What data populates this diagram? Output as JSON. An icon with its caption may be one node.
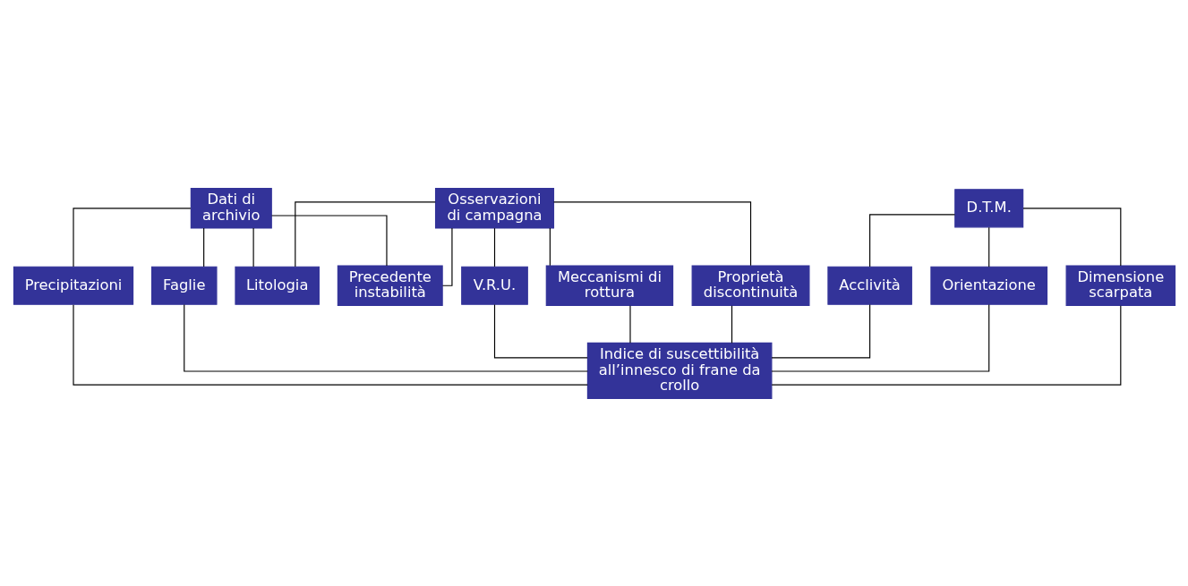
{
  "diagram": {
    "nodes": [
      {
        "text": [
          "Osservazioni di campagna"
        ]
      },
      {
        "text": [
          "Dati di archivio"
        ]
      },
      {
        "text": [
          "D.T.M."
        ]
      },
      {
        "text": [
          "Litologia"
        ]
      },
      {
        "text": [
          "Precedente instabilità"
        ]
      },
      {
        "text": [
          "Acclività"
        ]
      },
      {
        "text": [
          "Orientazione"
        ]
      },
      {
        "text": [
          "Dimensione scarpata"
        ]
      },
      {
        "text": [
          "Proprietà discontinuità"
        ]
      },
      {
        "text": [
          "V.R.U."
        ]
      },
      {
        "text": [
          "Meccanismi di rottura"
        ]
      },
      {
        "text": [
          "Precipitazioni"
        ]
      },
      {
        "text": [
          "Faglie"
        ]
      },
      {
        "text": [
          "Indice di suscettibilità all’innesco di frane da crollo"
        ]
      }
    ],
    "edges": [
      {
        "from": 0,
        "to": 3,
        "arrow": "none"
      },
      {
        "from": 1,
        "to": 3,
        "arrow": "none"
      },
      {
        "from": 0,
        "to": 4,
        "arrow": "none"
      },
      {
        "from": 1,
        "to": 4,
        "arrow": "none"
      },
      {
        "from": 2,
        "to": 5,
        "arrow": "none"
      },
      {
        "from": 2,
        "to": 6,
        "arrow": "none"
      },
      {
        "from": 2,
        "to": 7,
        "arrow": "none"
      },
      {
        "from": 0,
        "to": 8,
        "arrow": "none"
      },
      {
        "from": 0,
        "to": 9,
        "arrow": "none"
      },
      {
        "from": 0,
        "to": 10,
        "arrow": "none"
      },
      {
        "from": 1,
        "to": 11,
        "arrow": "none"
      },
      {
        "from": 1,
        "to": 12,
        "arrow": "none"
      },
      {
        "from": 8,
        "to": 13,
        "arrow": "none"
      },
      {
        "from": 9,
        "to": 13,
        "arrow": "none"
      },
      {
        "from": 10,
        "to": 13,
        "arrow": "none"
      },
      {
        "from": 11,
        "to": 13,
        "arrow": "none"
      },
      {
        "from": 12,
        "to": 13,
        "arrow": "none"
      },
      {
        "from": 5,
        "to": 13,
        "arrow": "none"
      },
      {
        "from": 6,
        "to": 13,
        "arrow": "none"
      },
      {
        "from": 7,
        "to": 13,
        "arrow": "none"
      }
    ]
  }
}
